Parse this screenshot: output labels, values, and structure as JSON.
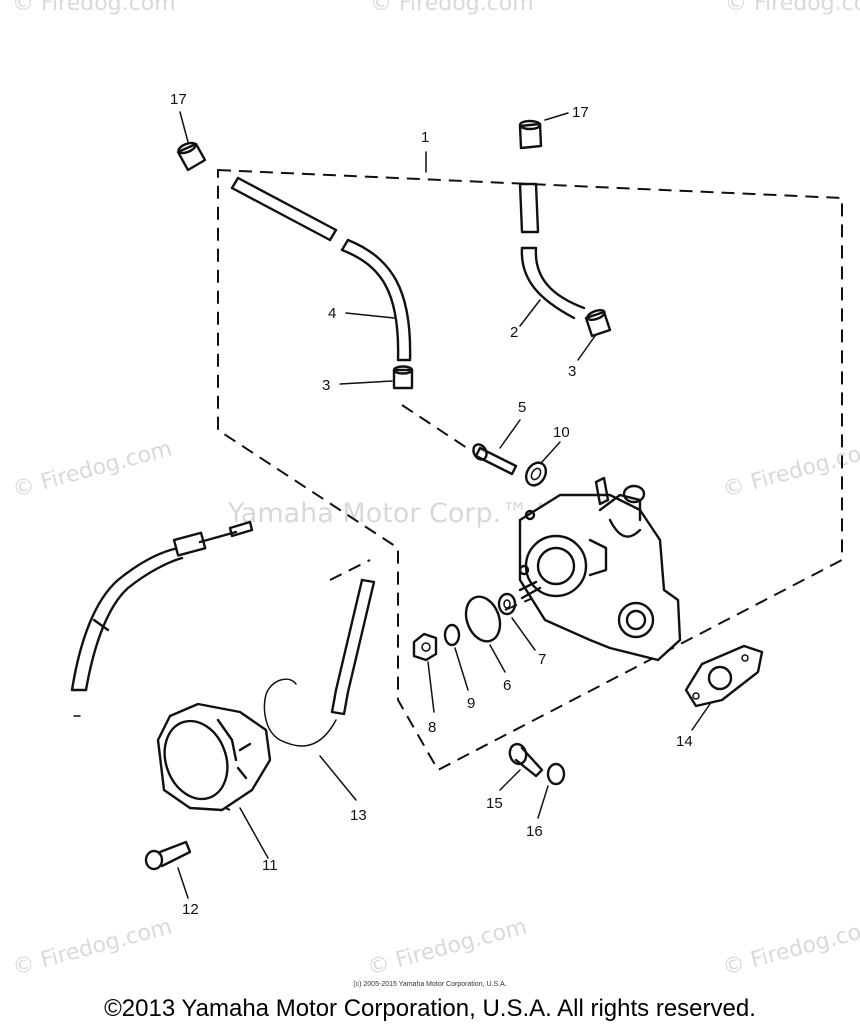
{
  "watermarks": {
    "site": "© Firedog.com",
    "yamaha": "Yamaha Motor Corp.™ U.S.A."
  },
  "labels": {
    "p1": "1",
    "p2": "2",
    "p3a": "3",
    "p3b": "3",
    "p4": "4",
    "p5": "5",
    "p6": "6",
    "p7": "7",
    "p8": "8",
    "p9": "9",
    "p10": "10",
    "p11": "11",
    "p12": "12",
    "p13": "13",
    "p14": "14",
    "p15": "15",
    "p16": "16",
    "p17a": "17",
    "p17b": "17"
  },
  "footer": {
    "small": "(c) 2005-2015 Yamaha Motor Corporation, U.S.A.",
    "main": "©2013 Yamaha Motor Corporation, U.S.A. All rights reserved."
  },
  "colors": {
    "ink": "#111111",
    "watermark": "#d9d9d9",
    "background": "#ffffff"
  }
}
